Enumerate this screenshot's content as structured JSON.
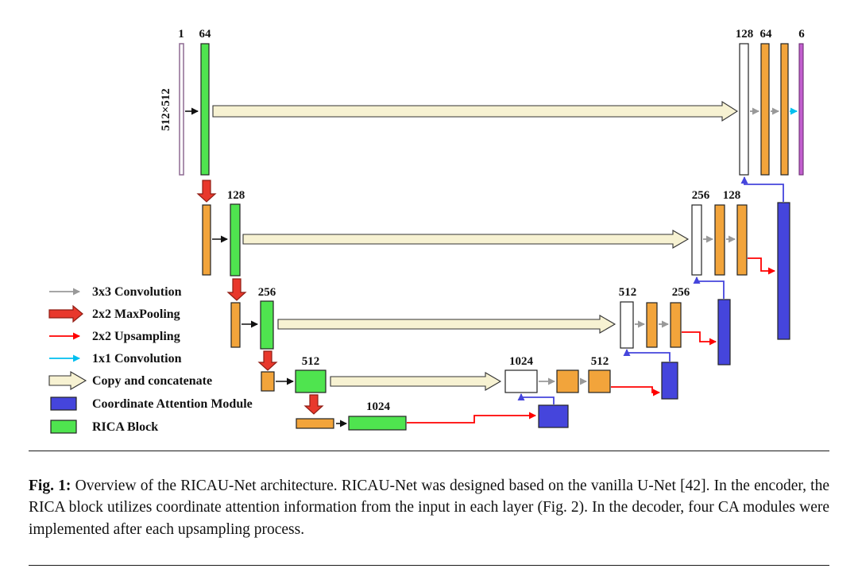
{
  "figure": {
    "caption": {
      "label": "Fig. 1:",
      "text": "Overview of the RICAU-Net architecture. RICAU-Net was designed based on the vanilla U-Net [42]. In the encoder, the RICA block utilizes coordinate attention information from the input in each layer (Fig. 2). In the decoder, four CA modules were implemented after each upsampling process."
    }
  },
  "diagram": {
    "input_size": "512×512",
    "labels": {
      "input_ch": "1",
      "enc1": "64",
      "enc2": "128",
      "enc3": "256",
      "enc4": "512",
      "enc5": "1024",
      "dec4_in": "1024",
      "dec4_out": "512",
      "dec3_in": "512",
      "dec3_out": "256",
      "dec2_in": "256",
      "dec2_out": "128",
      "dec1_in": "128",
      "dec1_out": "64",
      "output_ch": "6"
    },
    "colors": {
      "conv_feature_orange": "#F2A43B",
      "rica_block_green": "#4FE44F",
      "ca_module_blue": "#4545DC",
      "copy_concat_cream": "#F7F2D2",
      "maxpool_red": "#E8382C",
      "upsample_red": "#FF0000",
      "conv1x1_cyan": "#00BFEF",
      "conv3x3_gray": "#999999",
      "input_bar_purple": "#8D6A92",
      "output_bar_magenta": "#C25FCE"
    }
  },
  "legend": {
    "items": [
      {
        "icon": "gray-arrow",
        "label": "3x3 Convolution"
      },
      {
        "icon": "red-block-arrow",
        "label": "2x2 MaxPooling"
      },
      {
        "icon": "red-arrow",
        "label": "2x2 Upsampling"
      },
      {
        "icon": "cyan-arrow",
        "label": "1x1 Convolution"
      },
      {
        "icon": "cream-block-arrow",
        "label": "Copy and concatenate"
      },
      {
        "icon": "blue-rect",
        "label": "Coordinate Attention Module"
      },
      {
        "icon": "green-rect",
        "label": "RICA Block"
      }
    ]
  }
}
